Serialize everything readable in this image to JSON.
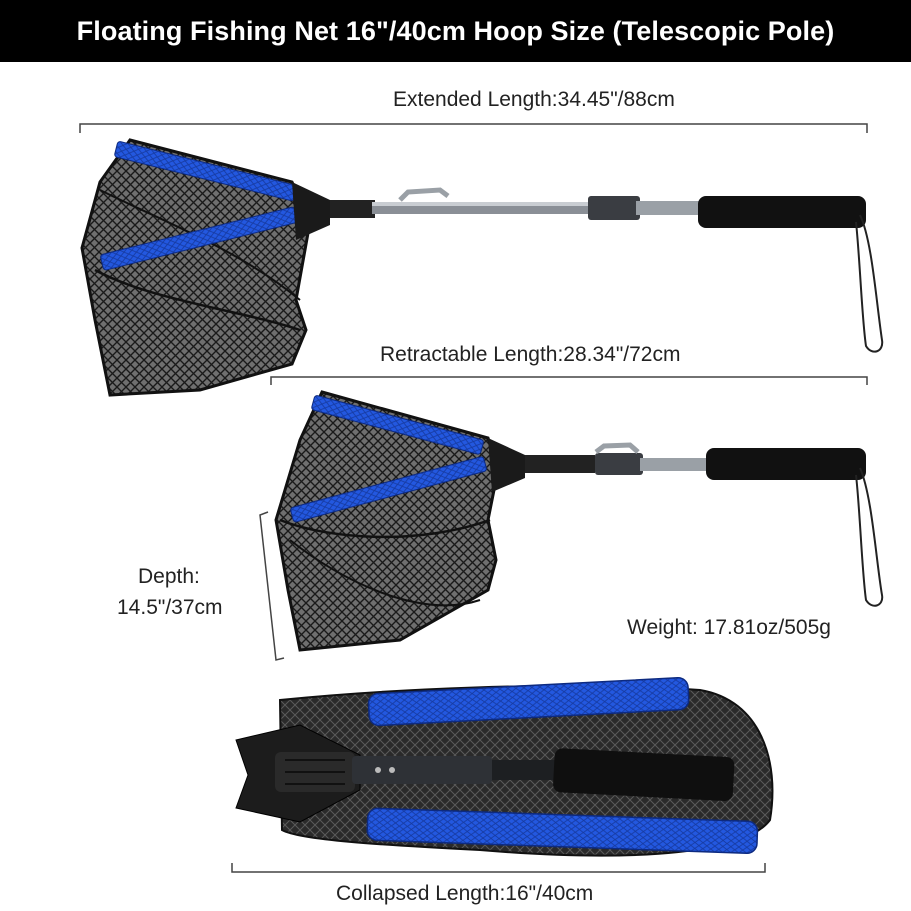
{
  "banner": {
    "title": "Floating Fishing Net 16\"/40cm Hoop Size (Telescopic Pole)"
  },
  "labels": {
    "extended_length": "Extended Length:34.45\"/88cm",
    "retractable_length": "Retractable Length:28.34\"/72cm",
    "depth_line1": "Depth:",
    "depth_line2": "14.5\"/37cm",
    "weight": "Weight: 17.81oz/505g",
    "collapsed_length": "Collapsed Length:16\"/40cm"
  },
  "colors": {
    "banner_bg": "#000000",
    "banner_text": "#ffffff",
    "frame_blue": "#1f4fd8",
    "handle": "#111111",
    "pole": "#8a8f96"
  }
}
